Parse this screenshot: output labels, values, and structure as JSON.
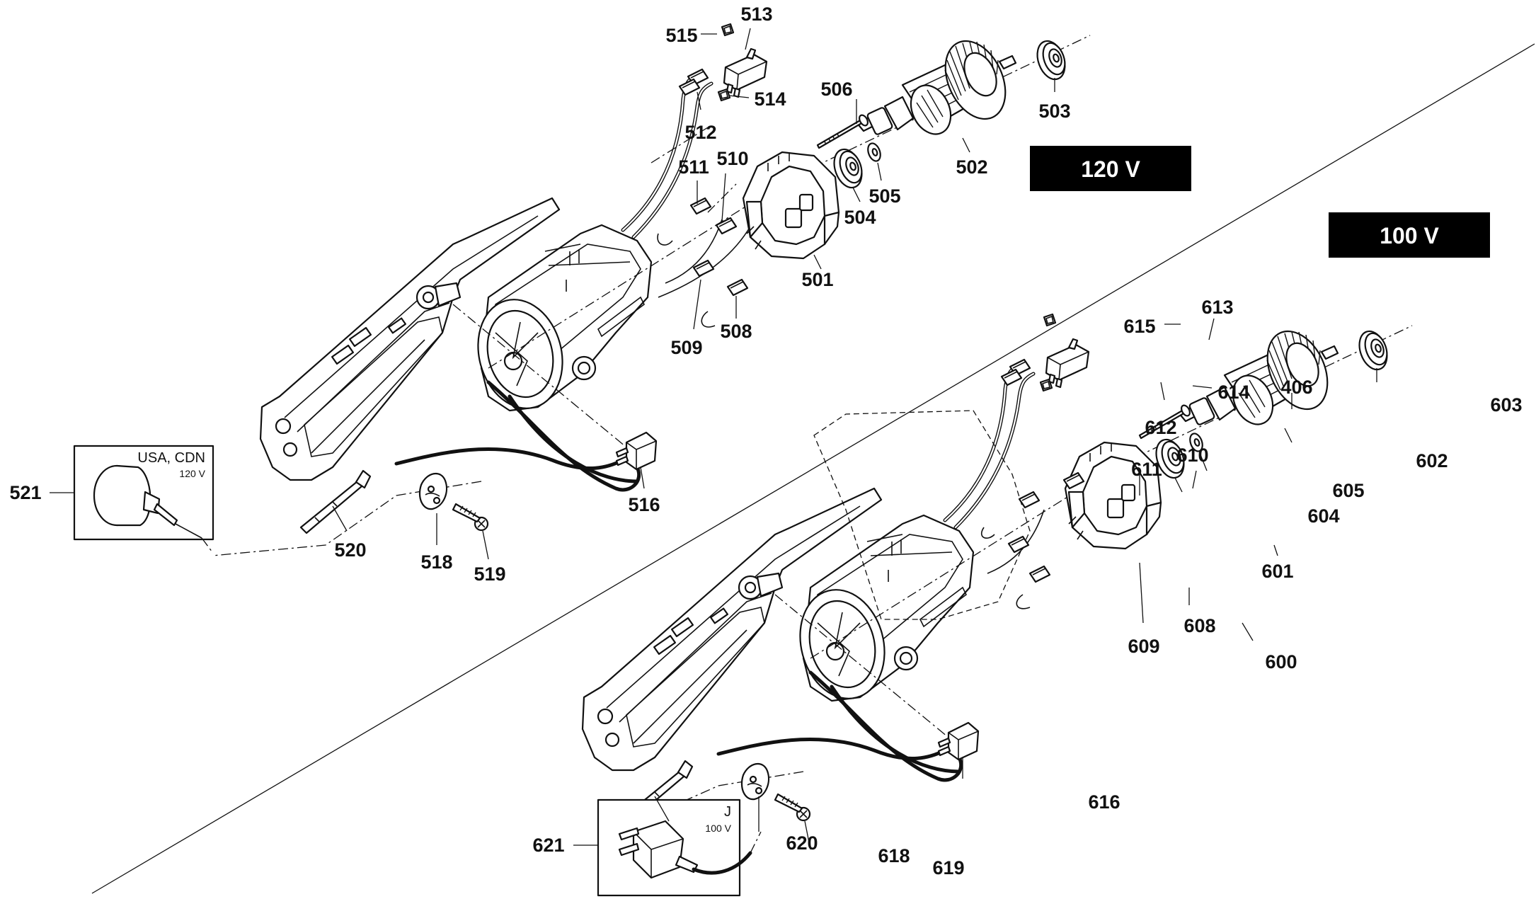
{
  "badges": {
    "v120": "120 V",
    "v100": "100 V"
  },
  "plug_boxes": {
    "usa": {
      "region": "USA, CDN",
      "voltage": "120 V",
      "part": "521"
    },
    "japan": {
      "region": "J",
      "voltage": "100 V",
      "part": "621"
    }
  },
  "parts_120v": [
    "501",
    "502",
    "503",
    "504",
    "505",
    "506",
    "508",
    "509",
    "510",
    "511",
    "512",
    "513",
    "514",
    "515",
    "516",
    "518",
    "519",
    "520",
    "521"
  ],
  "parts_100v": [
    "406",
    "600",
    "601",
    "602",
    "603",
    "604",
    "605",
    "608",
    "609",
    "610",
    "611",
    "612",
    "613",
    "614",
    "615",
    "616",
    "618",
    "619",
    "620",
    "621"
  ]
}
